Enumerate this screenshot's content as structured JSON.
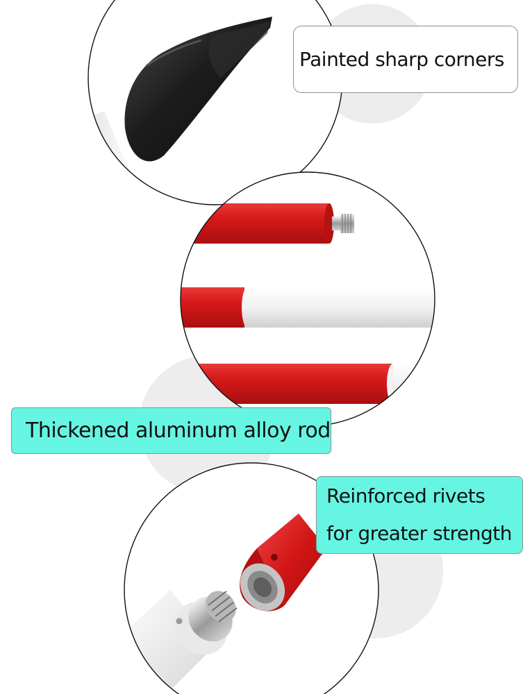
{
  "labels": {
    "sharp_tip": "Painted sharp corners",
    "rod": "Thickened aluminum alloy rod",
    "rivets_line1": "Reinforced rivets",
    "rivets_line2": "for greater strength"
  },
  "colors": {
    "background": "#ffffff",
    "shadow_disc": "#ececec",
    "rod_red": "#d81a1a",
    "rod_white": "#f2f2f2",
    "tip_black": "#1a1a1a",
    "box_white": "#ffffff",
    "box_cyan": "#66f5e2",
    "box_border": "#8f8f8f"
  },
  "icons": {
    "tip_photo": "pointed-tip-image",
    "rod_photo": "rod-segments-image",
    "joint_photo": "threaded-joint-image"
  }
}
